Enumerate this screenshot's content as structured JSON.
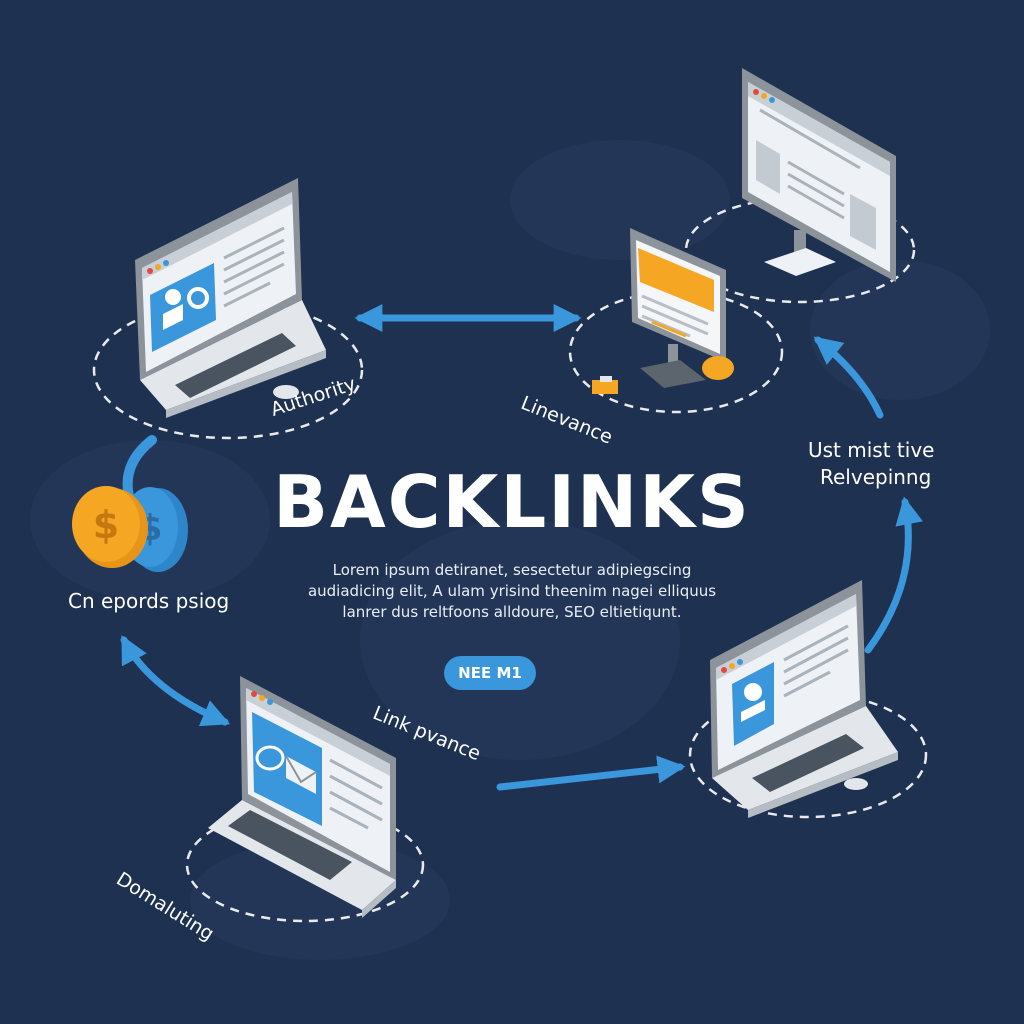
{
  "diagram": {
    "title": "BACKLINKS",
    "description": [
      "Lorem ipsum detiranet, sesectetur adipiegscing",
      "audiadicing elit, A ulam yrisind theenim nagei elliquus",
      "lanrer dus reltfoons alldoure, SEO eltietiqunt."
    ],
    "badge": "NEE M1",
    "labels": {
      "authority": "Authority",
      "relevance": "Linevance",
      "top_right_line1": "Ust mist tive",
      "top_right_line2": "Relvepinng",
      "left": "Cn epords psiog",
      "link_relevance": "Link pvance",
      "domain": "Domaluting"
    }
  },
  "colors": {
    "background": "#1f3150",
    "accent_blue": "#3a97dc",
    "accent_orange": "#f5a623",
    "screen_frame": "#8a9099",
    "white": "#ffffff"
  },
  "icons": {
    "top_left_screen": "user-gear-icon",
    "bottom_left_screen": "chat-mail-icon",
    "bottom_right_screen": "user-icon",
    "coins": "dollar-coins-icon"
  }
}
